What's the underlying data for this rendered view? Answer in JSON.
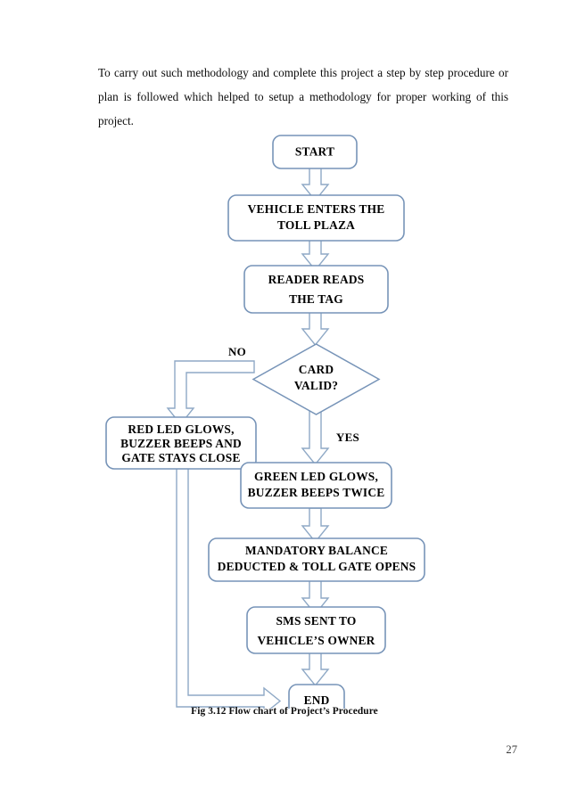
{
  "document": {
    "page_number": "27",
    "paragraph": "To carry out such methodology and complete this project a step by step procedure or plan is followed which helped to setup a methodology for proper working of this project.",
    "figure_caption": "Fig 3.12 Flow chart of Project’s Procedure"
  },
  "colors": {
    "box_border": "#7794b8",
    "arrow_stroke": "#8fa9c6",
    "box_fill": "#ffffff",
    "text": "#000000",
    "page_background": "#ffffff"
  },
  "flowchart": {
    "type": "flowchart",
    "title": "Flow chart of Project’s Procedure",
    "nodes": [
      {
        "id": "start",
        "shape": "rounded-rect",
        "label": "START",
        "lines": [
          "START"
        ]
      },
      {
        "id": "enters",
        "shape": "rounded-rect",
        "label": "VEHICLE ENTERS THE TOLL PLAZA",
        "lines": [
          "VEHICLE ENTERS THE",
          "TOLL PLAZA"
        ]
      },
      {
        "id": "reader",
        "shape": "rounded-rect",
        "label": "READER READS THE TAG",
        "lines": [
          "READER READS",
          "THE TAG"
        ]
      },
      {
        "id": "decision",
        "shape": "diamond",
        "label": "CARD VALID?",
        "lines": [
          "CARD",
          "VALID?"
        ]
      },
      {
        "id": "red_led",
        "shape": "rounded-rect",
        "label": "RED LED GLOWS, BUZZER BEEPS AND GATE STAYS CLOSE",
        "lines": [
          "RED LED GLOWS,",
          "BUZZER BEEPS AND",
          "GATE STAYS CLOSE"
        ]
      },
      {
        "id": "green_led",
        "shape": "rounded-rect",
        "label": "GREEN LED GLOWS, BUZZER BEEPS TWICE",
        "lines": [
          "GREEN LED GLOWS,",
          "BUZZER BEEPS TWICE"
        ]
      },
      {
        "id": "balance",
        "shape": "rounded-rect",
        "label": "MANDATORY BALANCE DEDUCTED & TOLL GATE OPENS",
        "lines": [
          "MANDATORY BALANCE",
          "DEDUCTED & TOLL GATE OPENS"
        ]
      },
      {
        "id": "sms",
        "shape": "rounded-rect",
        "label": "SMS SENT TO VEHICLE’S OWNER",
        "lines": [
          "SMS SENT TO",
          "VEHICLE’S OWNER"
        ]
      },
      {
        "id": "end",
        "shape": "rounded-rect",
        "label": "END",
        "lines": [
          "END"
        ]
      }
    ],
    "edges": [
      {
        "from": "start",
        "to": "enters",
        "label": ""
      },
      {
        "from": "enters",
        "to": "reader",
        "label": ""
      },
      {
        "from": "reader",
        "to": "decision",
        "label": ""
      },
      {
        "from": "decision",
        "to": "red_led",
        "label": "NO"
      },
      {
        "from": "decision",
        "to": "green_led",
        "label": "YES"
      },
      {
        "from": "green_led",
        "to": "balance",
        "label": ""
      },
      {
        "from": "balance",
        "to": "sms",
        "label": ""
      },
      {
        "from": "sms",
        "to": "end",
        "label": ""
      },
      {
        "from": "red_led",
        "to": "end",
        "label": ""
      }
    ],
    "branch_labels": {
      "no": "NO",
      "yes": "YES"
    }
  }
}
